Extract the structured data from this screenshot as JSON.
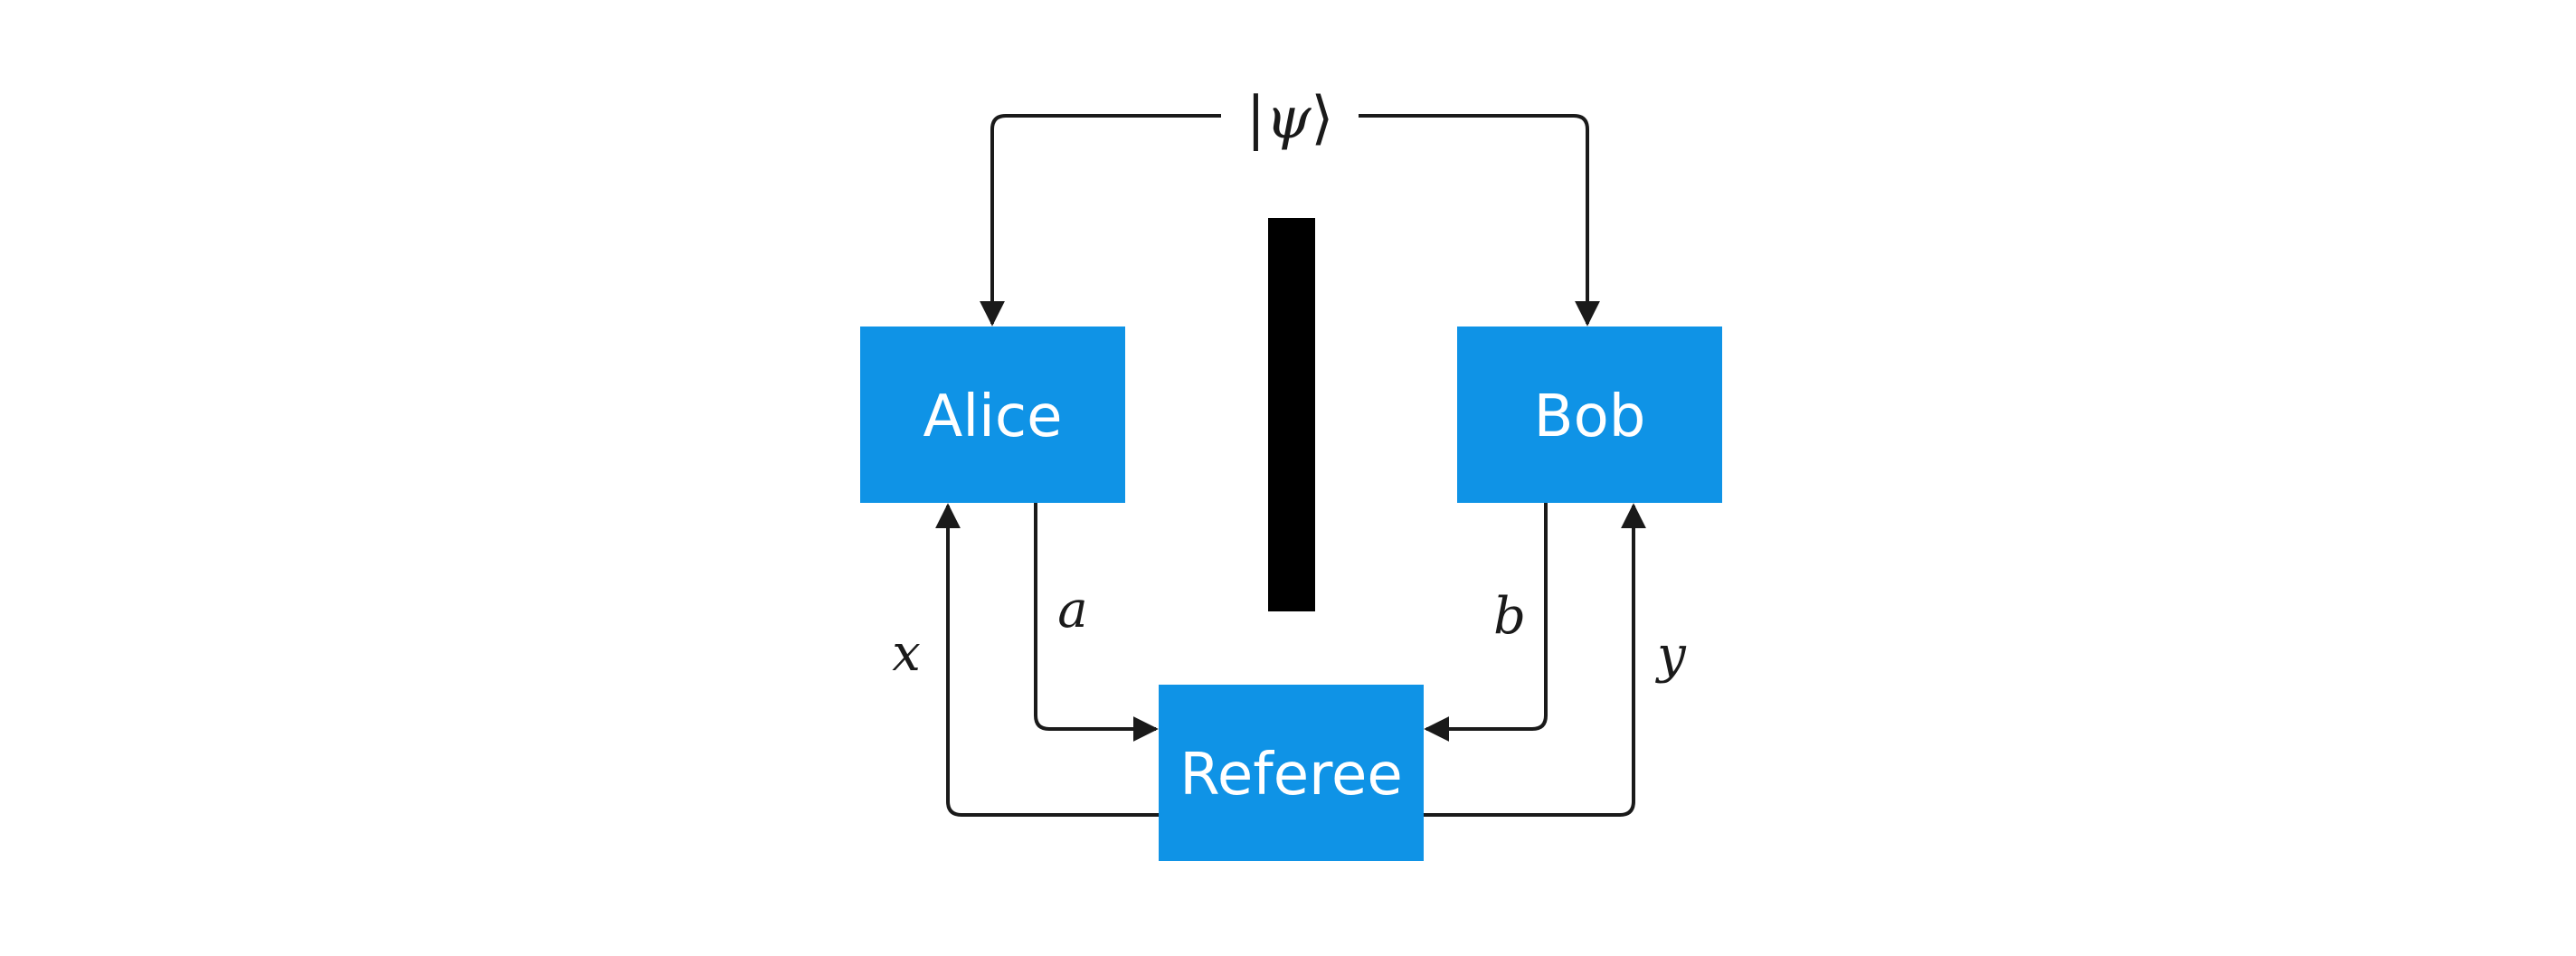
{
  "colors": {
    "box_fill": "#0f93e6",
    "box_text": "#ffffff",
    "line": "#1a1a1a",
    "barrier": "#000000",
    "background": "#ffffff"
  },
  "nodes": {
    "alice": {
      "label": "Alice"
    },
    "bob": {
      "label": "Bob"
    },
    "referee": {
      "label": "Referee"
    }
  },
  "state": {
    "bra_open": "|",
    "symbol": "ψ",
    "ket_close": "⟩"
  },
  "edges": {
    "alice_to_referee": {
      "label": "a"
    },
    "referee_to_alice": {
      "label": "x"
    },
    "bob_to_referee": {
      "label": "b"
    },
    "referee_to_bob": {
      "label": "y"
    }
  }
}
